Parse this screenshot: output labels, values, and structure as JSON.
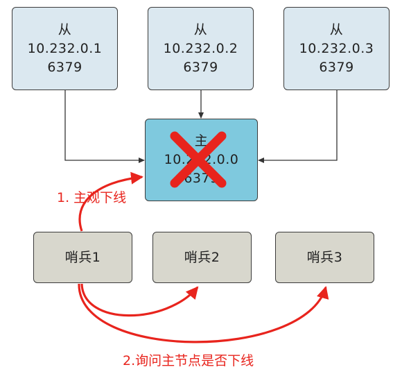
{
  "slaves": [
    {
      "role": "从",
      "ip": "10.232.0.1",
      "port": "6379"
    },
    {
      "role": "从",
      "ip": "10.232.0.2",
      "port": "6379"
    },
    {
      "role": "从",
      "ip": "10.232.0.3",
      "port": "6379"
    }
  ],
  "master": {
    "role": "主",
    "ip": "10.232.0.0",
    "port": "6379",
    "status_mark": "cross-icon"
  },
  "sentinels": [
    {
      "label": "哨兵1"
    },
    {
      "label": "哨兵2"
    },
    {
      "label": "哨兵3"
    }
  ],
  "annotations": {
    "subjective_down": "1. 主观下线",
    "ask_master_down": "2.询问主节点是否下线"
  },
  "colors": {
    "slave_fill": "#dbe8f0",
    "master_fill": "#7fc9de",
    "sentinel_fill": "#d8d7cd",
    "alert_red": "#e8241d",
    "connector": "#333333"
  }
}
